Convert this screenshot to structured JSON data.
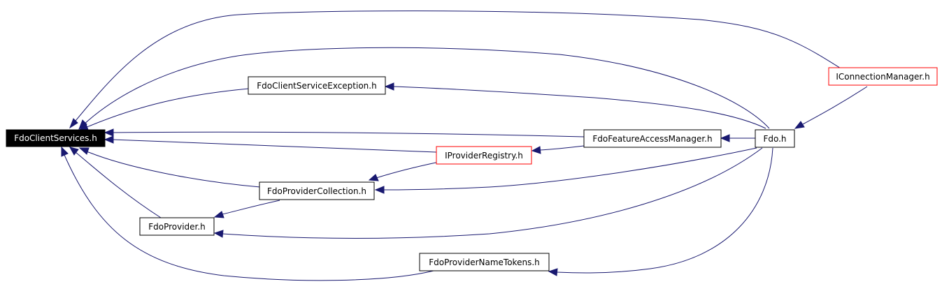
{
  "graph": {
    "nodes": {
      "client_services": "FdoClientServices.h",
      "client_service_exception": "FdoClientServiceException.h",
      "iconnection_manager": "IConnectionManager.h",
      "feature_access_manager": "FdoFeatureAccessManager.h",
      "fdo": "Fdo.h",
      "iprovider_registry": "IProviderRegistry.h",
      "provider_collection": "FdoProviderCollection.h",
      "provider": "FdoProvider.h",
      "provider_name_tokens": "FdoProviderNameTokens.h"
    },
    "colors": {
      "edge": "#191970",
      "node_border": "#000000",
      "highlight_border": "#ff0000",
      "root_fill": "#000000",
      "root_text": "#ffffff"
    }
  }
}
